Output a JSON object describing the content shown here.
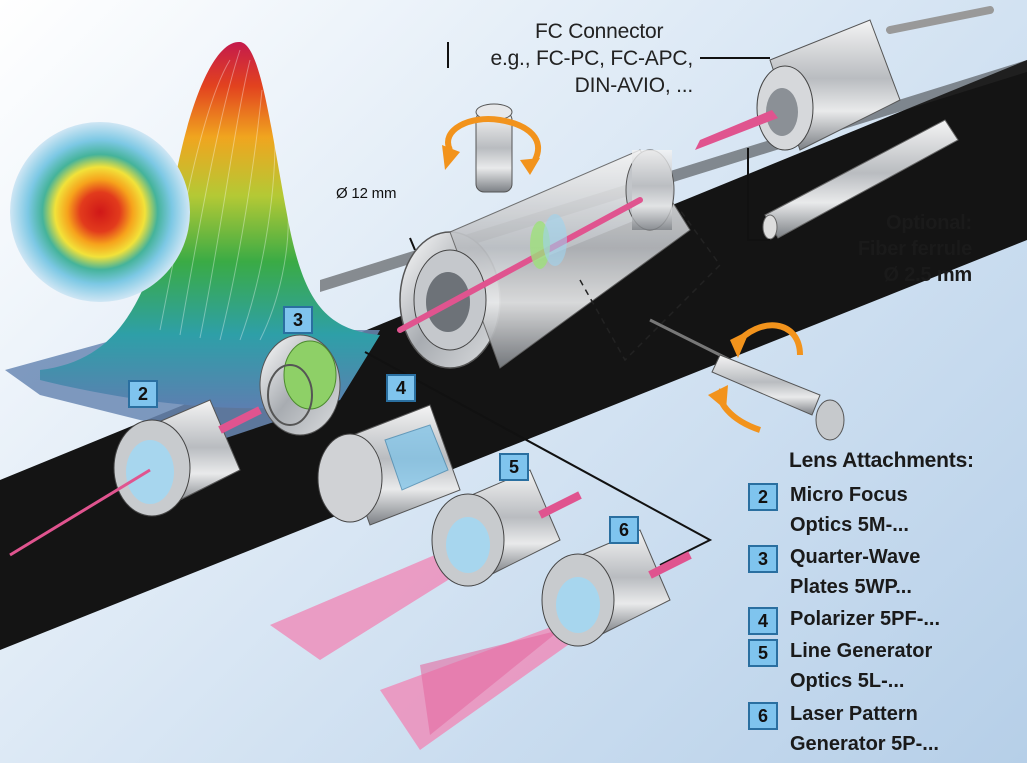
{
  "fc_connector": {
    "title": "FC Connector",
    "lines": [
      "e.g., FC-PC, FC-APC,",
      "DIN-AVIO, ..."
    ]
  },
  "diameter_label": "Ø 12 mm",
  "optional": {
    "lines": [
      "Optional:",
      "Fiber ferrule",
      "Ø 2.5 mm"
    ]
  },
  "legend": {
    "title": "Lens Attachments:",
    "items": [
      {
        "num": "2",
        "line1": "Micro Focus",
        "line2": "Optics 5M-..."
      },
      {
        "num": "3",
        "line1": "Quarter-Wave",
        "line2": "Plates 5WP..."
      },
      {
        "num": "4",
        "line1": "Polarizer 5PF-...",
        "line2": ""
      },
      {
        "num": "5",
        "line1": "Line Generator",
        "line2": "Optics 5L-..."
      },
      {
        "num": "6",
        "line1": "Laser Pattern",
        "line2": "Generator 5P-..."
      }
    ]
  },
  "part_tags": [
    "2",
    "3",
    "4",
    "5",
    "6"
  ],
  "colors": {
    "band": "#141414",
    "beam": "#e0548f",
    "tag_fill": "#7fc4ee",
    "tag_border": "#2a6fa0",
    "arrow": "#f2931c"
  }
}
